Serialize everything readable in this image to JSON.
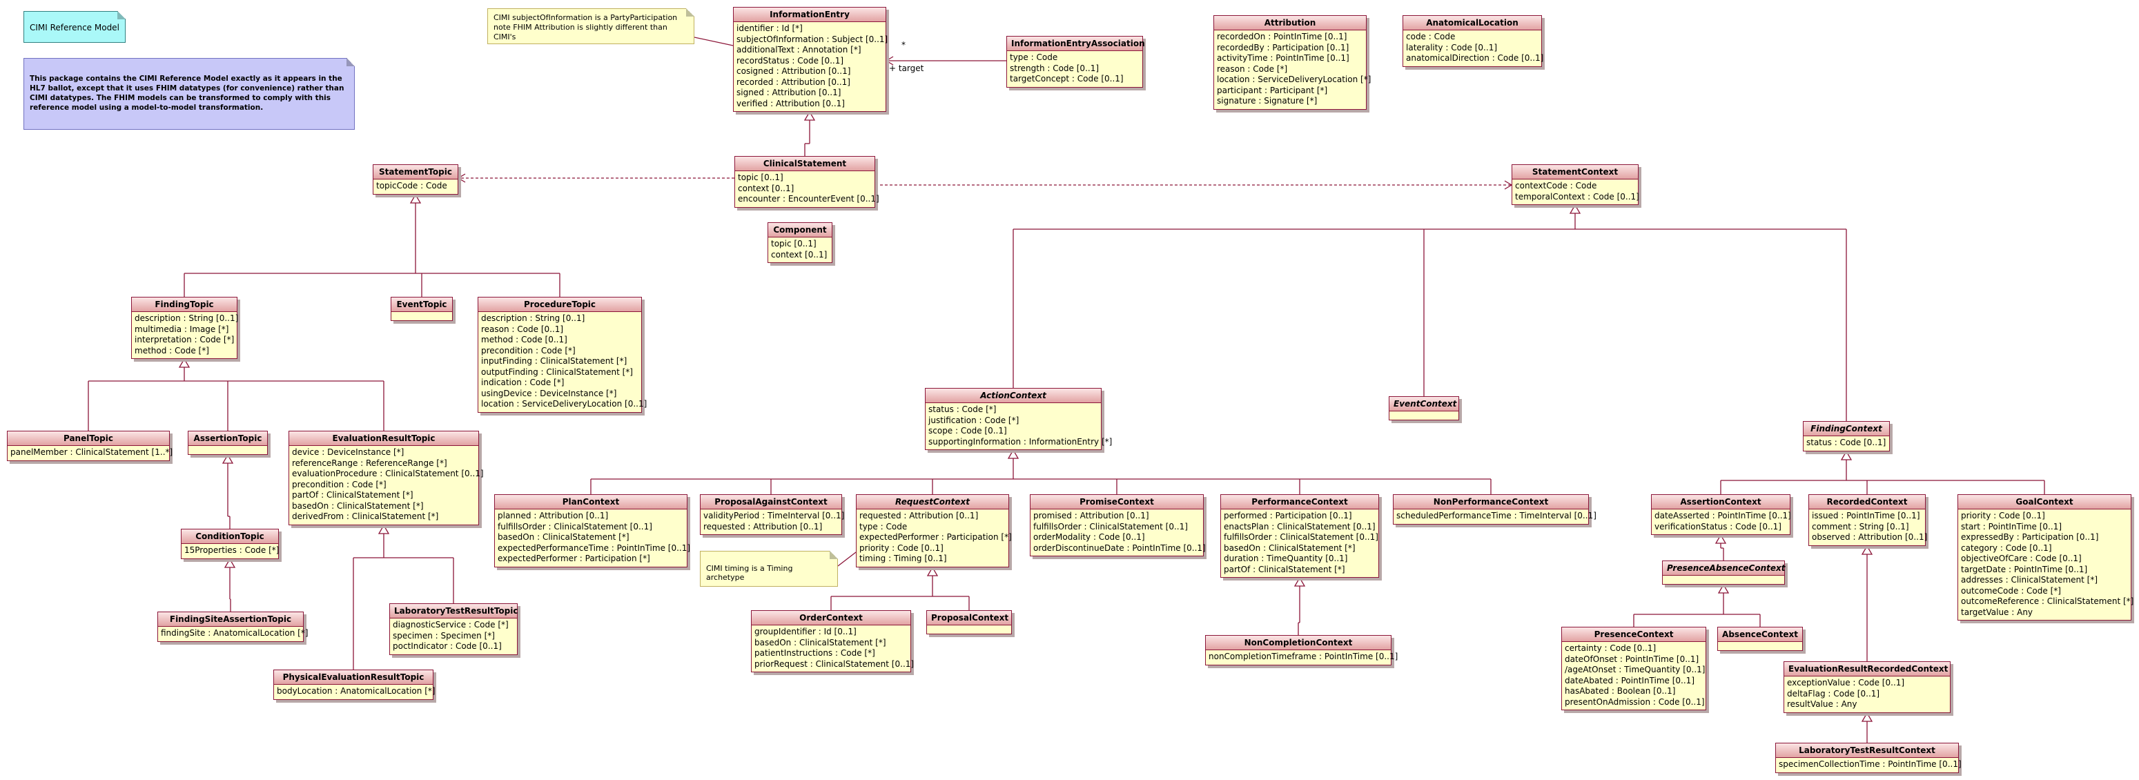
{
  "title_note": "CIMI Reference Model",
  "description_note": "This package contains the CIMI Reference Model exactly as it appears in the HL7 ballot, except that it uses FHIM datatypes (for convenience) rather than CIMI datatypes. The FHIM models can be transformed to comply with this reference model using a model-to-model transformation.",
  "notes": {
    "subject": "CIMI subjectOfInformation is a PartyParticipation note FHIM Attribution is slightly different than CIMI's",
    "timing": "CIMI timing is a Timing archetype"
  },
  "association": {
    "multiplicity": "*",
    "role": "+ target"
  },
  "classes": [
    {
      "id": "InformationEntry",
      "name": "InformationEntry",
      "abstract": false,
      "attrs": [
        "identifier : Id [*]",
        "subjectOfInformation : Subject [0..1]",
        "additionalText : Annotation [*]",
        "recordStatus : Code [0..1]",
        "cosigned : Attribution [0..1]",
        "recorded : Attribution [0..1]",
        "signed : Attribution [0..1]",
        "verified : Attribution [0..1]"
      ]
    },
    {
      "id": "InformationEntryAssociation",
      "name": "InformationEntryAssociation",
      "abstract": false,
      "attrs": [
        "type : Code",
        "strength : Code [0..1]",
        "targetConcept : Code [0..1]"
      ]
    },
    {
      "id": "Attribution",
      "name": "Attribution",
      "abstract": false,
      "attrs": [
        "recordedOn : PointInTime [0..1]",
        "recordedBy : Participation [0..1]",
        "activityTime : PointInTime [0..1]",
        "reason : Code [*]",
        "location : ServiceDeliveryLocation [*]",
        "participant : Participant [*]",
        "signature : Signature [*]"
      ]
    },
    {
      "id": "AnatomicalLocation",
      "name": "AnatomicalLocation",
      "abstract": false,
      "attrs": [
        "code : Code",
        "laterality : Code [0..1]",
        "anatomicalDirection : Code [0..1]"
      ]
    },
    {
      "id": "ClinicalStatement",
      "name": "ClinicalStatement",
      "abstract": false,
      "attrs": [
        "topic [0..1]",
        "context [0..1]",
        "encounter : EncounterEvent [0..1]"
      ]
    },
    {
      "id": "Component",
      "name": "Component",
      "abstract": false,
      "attrs": [
        "topic [0..1]",
        "context [0..1]"
      ]
    },
    {
      "id": "StatementTopic",
      "name": "StatementTopic",
      "abstract": false,
      "attrs": [
        "topicCode : Code"
      ]
    },
    {
      "id": "StatementContext",
      "name": "StatementContext",
      "abstract": false,
      "attrs": [
        "contextCode : Code",
        "temporalContext : Code [0..1]"
      ]
    },
    {
      "id": "FindingTopic",
      "name": "FindingTopic",
      "abstract": false,
      "attrs": [
        "description : String [0..1]",
        "multimedia : Image [*]",
        "interpretation : Code [*]",
        "method : Code [*]"
      ]
    },
    {
      "id": "EventTopic",
      "name": "EventTopic",
      "abstract": false,
      "attrs": []
    },
    {
      "id": "ProcedureTopic",
      "name": "ProcedureTopic",
      "abstract": false,
      "attrs": [
        "description : String [0..1]",
        "reason : Code [0..1]",
        "method : Code [0..1]",
        "precondition : Code [*]",
        "inputFinding : ClinicalStatement [*]",
        "outputFinding : ClinicalStatement [*]",
        "indication : Code [*]",
        "usingDevice : DeviceInstance [*]",
        "location : ServiceDeliveryLocation [0..1]"
      ]
    },
    {
      "id": "PanelTopic",
      "name": "PanelTopic",
      "abstract": false,
      "attrs": [
        "panelMember : ClinicalStatement [1..*]"
      ]
    },
    {
      "id": "AssertionTopic",
      "name": "AssertionTopic",
      "abstract": false,
      "attrs": []
    },
    {
      "id": "EvaluationResultTopic",
      "name": "EvaluationResultTopic",
      "abstract": false,
      "attrs": [
        "device : DeviceInstance [*]",
        "referenceRange : ReferenceRange [*]",
        "evaluationProcedure : ClinicalStatement [0..1]",
        "precondition : Code [*]",
        "partOf : ClinicalStatement [*]",
        "basedOn : ClinicalStatement [*]",
        "derivedFrom : ClinicalStatement [*]"
      ]
    },
    {
      "id": "ConditionTopic",
      "name": "ConditionTopic",
      "abstract": false,
      "attrs": [
        "15Properties : Code [*]"
      ]
    },
    {
      "id": "FindingSiteAssertionTopic",
      "name": "FindingSiteAssertionTopic",
      "abstract": false,
      "attrs": [
        "findingSite : AnatomicalLocation [*]"
      ]
    },
    {
      "id": "LaboratoryTestResultTopic",
      "name": "LaboratoryTestResultTopic",
      "abstract": false,
      "attrs": [
        "diagnosticService : Code [*]",
        "specimen : Specimen [*]",
        "poctIndicator : Code [0..1]"
      ]
    },
    {
      "id": "PhysicalEvaluationResultTopic",
      "name": "PhysicalEvaluationResultTopic",
      "abstract": false,
      "attrs": [
        "bodyLocation : AnatomicalLocation [*]"
      ]
    },
    {
      "id": "ActionContext",
      "name": "ActionContext",
      "abstract": true,
      "attrs": [
        "status : Code [*]",
        "justification : Code [*]",
        "scope : Code [0..1]",
        "supportingInformation : InformationEntry [*]"
      ]
    },
    {
      "id": "EventContext",
      "name": "EventContext",
      "abstract": true,
      "attrs": []
    },
    {
      "id": "FindingContext",
      "name": "FindingContext",
      "abstract": true,
      "attrs": [
        "status : Code [0..1]"
      ]
    },
    {
      "id": "PlanContext",
      "name": "PlanContext",
      "abstract": false,
      "attrs": [
        "planned : Attribution [0..1]",
        "fulfillsOrder : ClinicalStatement [0..1]",
        "basedOn : ClinicalStatement [*]",
        "expectedPerformanceTime : PointInTime [0..1]",
        "expectedPerformer : Participation [*]"
      ]
    },
    {
      "id": "ProposalAgainstContext",
      "name": "ProposalAgainstContext",
      "abstract": false,
      "attrs": [
        "validityPeriod : TimeInterval [0..1]",
        "requested : Attribution [0..1]"
      ]
    },
    {
      "id": "RequestContext",
      "name": "RequestContext",
      "abstract": true,
      "attrs": [
        "requested : Attribution [0..1]",
        "type : Code",
        "expectedPerformer : Participation [*]",
        "priority : Code [0..1]",
        "timing : Timing [0..1]"
      ]
    },
    {
      "id": "PromiseContext",
      "name": "PromiseContext",
      "abstract": false,
      "attrs": [
        "promised : Attribution [0..1]",
        "fulfillsOrder : ClinicalStatement [0..1]",
        "orderModality : Code [0..1]",
        "orderDiscontinueDate : PointInTime [0..1]"
      ]
    },
    {
      "id": "PerformanceContext",
      "name": "PerformanceContext",
      "abstract": false,
      "attrs": [
        "performed : Participation [0..1]",
        "enactsPlan : ClinicalStatement [0..1]",
        "fulfillsOrder : ClinicalStatement [0..1]",
        "basedOn : ClinicalStatement [*]",
        "duration : TimeQuantity [0..1]",
        "partOf : ClinicalStatement [*]"
      ]
    },
    {
      "id": "NonPerformanceContext",
      "name": "NonPerformanceContext",
      "abstract": false,
      "attrs": [
        "scheduledPerformanceTime : TimeInterval [0..1]"
      ]
    },
    {
      "id": "OrderContext",
      "name": "OrderContext",
      "abstract": false,
      "attrs": [
        "groupIdentifier : Id [0..1]",
        "basedOn : ClinicalStatement [*]",
        "patientInstructions : Code [*]",
        "priorRequest : ClinicalStatement [0..1]"
      ]
    },
    {
      "id": "ProposalContext",
      "name": "ProposalContext",
      "abstract": false,
      "attrs": []
    },
    {
      "id": "NonCompletionContext",
      "name": "NonCompletionContext",
      "abstract": false,
      "attrs": [
        "nonCompletionTimeframe : PointInTime [0..1]"
      ]
    },
    {
      "id": "AssertionContext",
      "name": "AssertionContext",
      "abstract": false,
      "attrs": [
        "dateAsserted : PointInTime [0..1]",
        "verificationStatus : Code [0..1]"
      ]
    },
    {
      "id": "PresenceAbsenceContext",
      "name": "PresenceAbsenceContext",
      "abstract": true,
      "attrs": []
    },
    {
      "id": "RecordedContext",
      "name": "RecordedContext",
      "abstract": false,
      "attrs": [
        "issued : PointInTime [0..1]",
        "comment : String [0..1]",
        "observed : Attribution [0..1]"
      ]
    },
    {
      "id": "GoalContext",
      "name": "GoalContext",
      "abstract": false,
      "attrs": [
        "priority : Code [0..1]",
        "start : PointInTime [0..1]",
        "expressedBy : Participation [0..1]",
        "category : Code [0..1]",
        "objectiveOfCare : Code [0..1]",
        "targetDate : PointInTime [0..1]",
        "addresses : ClinicalStatement [*]",
        "outcomeCode : Code [*]",
        "outcomeReference : ClinicalStatement [*]",
        "targetValue : Any"
      ]
    },
    {
      "id": "PresenceContext",
      "name": "PresenceContext",
      "abstract": false,
      "attrs": [
        "certainty : Code [0..1]",
        "dateOfOnset : PointInTime [0..1]",
        "/ageAtOnset : TimeQuantity [0..1]",
        "dateAbated : PointInTime [0..1]",
        "hasAbated : Boolean [0..1]",
        "presentOnAdmission : Code [0..1]"
      ]
    },
    {
      "id": "AbsenceContext",
      "name": "AbsenceContext",
      "abstract": false,
      "attrs": []
    },
    {
      "id": "EvaluationResultRecordedContext",
      "name": "EvaluationResultRecordedContext",
      "abstract": false,
      "attrs": [
        "exceptionValue : Code [0..1]",
        "deltaFlag : Code [0..1]",
        "resultValue : Any"
      ]
    },
    {
      "id": "LaboratoryTestResultContext",
      "name": "LaboratoryTestResultContext",
      "abstract": false,
      "attrs": [
        "specimenCollectionTime : PointInTime [0..1]"
      ]
    }
  ]
}
